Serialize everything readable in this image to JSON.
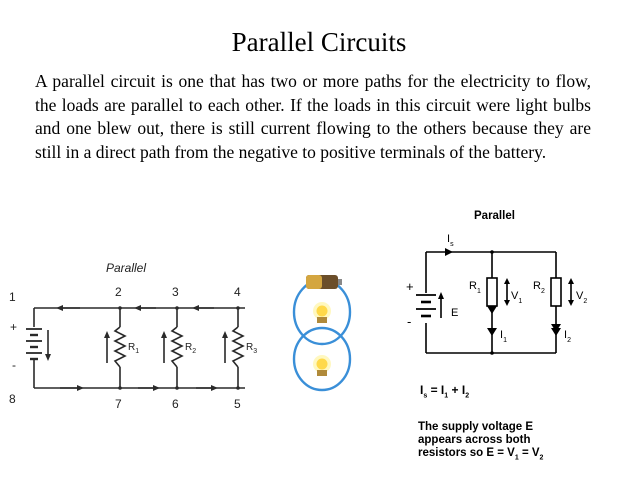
{
  "slide": {
    "title": "Parallel Circuits",
    "body": "A parallel circuit is one that has two or more paths for the electricity to flow, the loads are parallel to each other. If the loads in this circuit were light bulbs and one blew out, there is still current flowing to the others because they are still in a direct path from the negative to positive terminals of the battery."
  },
  "left_diagram": {
    "title": "Parallel",
    "node_top": [
      "1",
      "2",
      "3",
      "4"
    ],
    "node_bottom": [
      "8",
      "7",
      "6",
      "5"
    ],
    "plus": "+",
    "minus": "-",
    "resistors": [
      "R",
      "R",
      "R"
    ],
    "resistor_subs": [
      "1",
      "2",
      "3"
    ]
  },
  "right_diagram": {
    "title": "Parallel",
    "plus": "+",
    "minus": "-",
    "source_label": "E",
    "current_total": "I",
    "current_total_sub": "s",
    "r1": "R",
    "r1_sub": "1",
    "r2": "R",
    "r2_sub": "2",
    "v1": "V",
    "v1_sub": "1",
    "v2": "V",
    "v2_sub": "2",
    "i1": "I",
    "i1_sub": "1",
    "i2": "I",
    "i2_sub": "2",
    "equation": {
      "lhs": "I",
      "lhs_sub": "s",
      "eq": " = I",
      "t1_sub": "1",
      "plus": " + I",
      "t2_sub": "2"
    },
    "note": {
      "line1": "The supply voltage E",
      "line2": "appears across both",
      "line3_prefix": "resistors so E = V",
      "line3_sub1": "1",
      "line3_mid": " = V",
      "line3_sub2": "2"
    }
  },
  "colors": {
    "wire": "#2a2a2a",
    "loop": "#3a8fd8",
    "bulb_glow": "#ffe45a",
    "battery_body": "#8a6a3a"
  }
}
